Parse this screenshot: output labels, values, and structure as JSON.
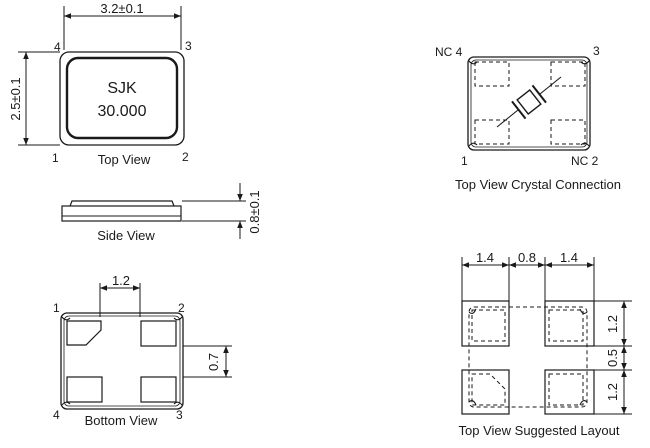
{
  "top_view": {
    "dim_width": "3.2±0.1",
    "dim_height": "2.5±0.1",
    "pins": [
      "1",
      "2",
      "3",
      "4"
    ],
    "marking_line1": "SJK",
    "marking_line2": "30.000",
    "caption": "Top View"
  },
  "side_view": {
    "dim_thickness": "0.8±0.1",
    "caption": "Side View"
  },
  "bottom_view": {
    "dim_pad_pitch": "1.2",
    "dim_pad_gap": "0.7",
    "pins": [
      "1",
      "2",
      "3",
      "4"
    ],
    "caption": "Bottom View"
  },
  "crystal_connection": {
    "pin_labels": [
      "1",
      "NC 2",
      "3",
      "NC 4"
    ],
    "caption": "Top View Crystal Connection"
  },
  "suggested_layout": {
    "dims_horizontal": [
      "1.4",
      "0.8",
      "1.4"
    ],
    "dims_vertical": [
      "1.2",
      "0.5",
      "1.2"
    ],
    "caption": "Top View Suggested Layout"
  }
}
